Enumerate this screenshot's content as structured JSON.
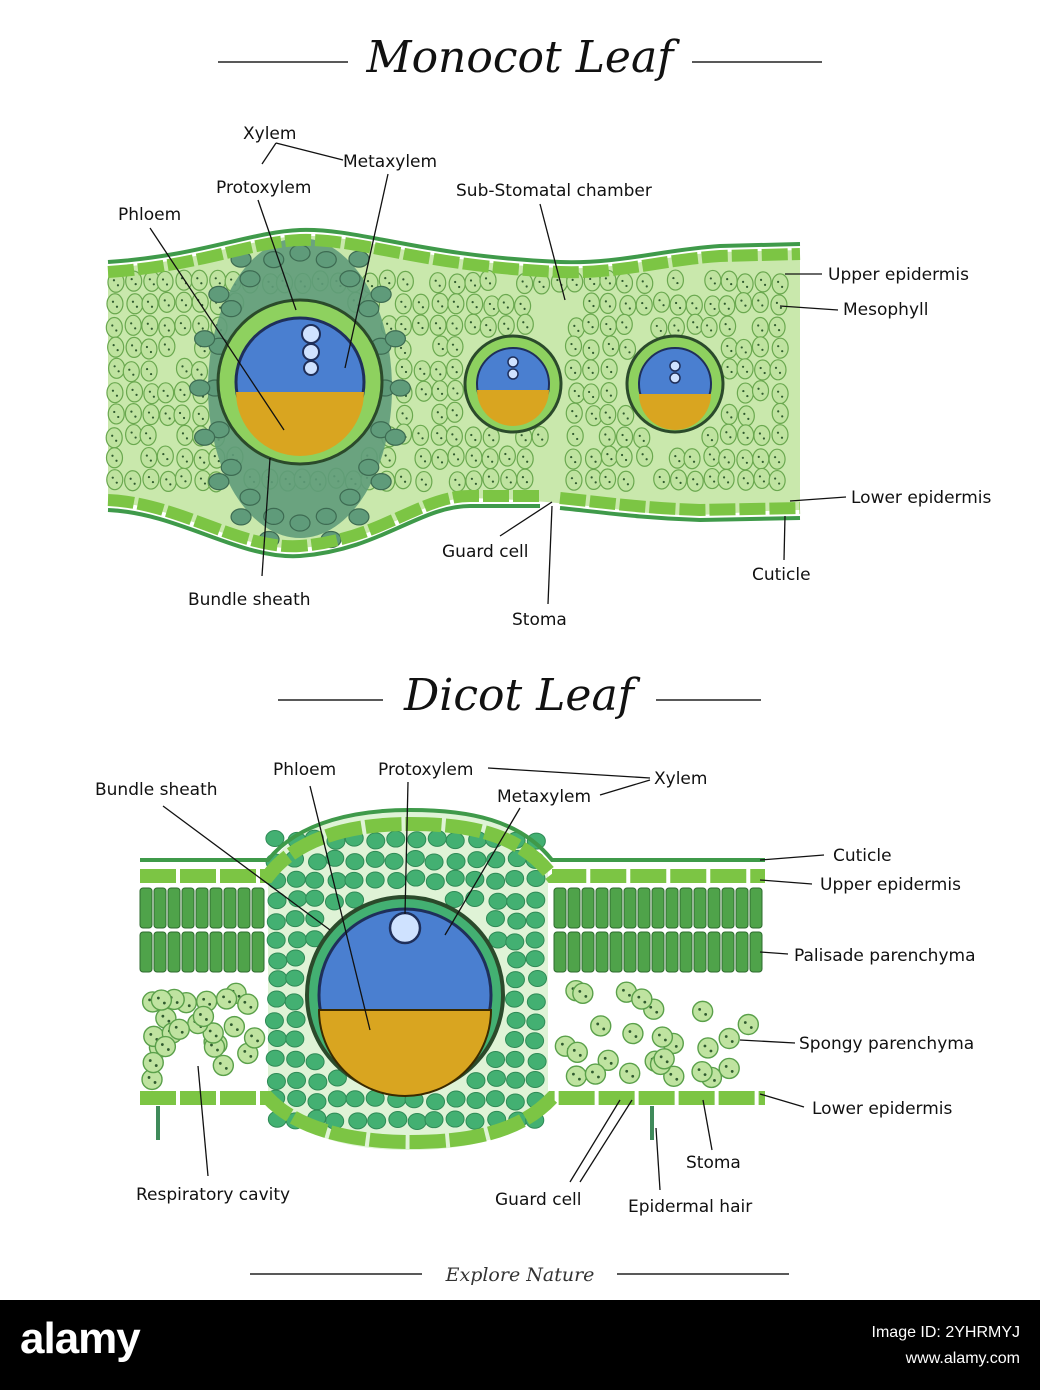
{
  "monocot": {
    "title": "Monocot Leaf",
    "labels": {
      "xylem": "Xylem",
      "metaxylem": "Metaxylem",
      "protoxylem": "Protoxylem",
      "phloem": "Phloem",
      "sub_stomatal": "Sub-Stomatal chamber",
      "upper_epidermis": "Upper epidermis",
      "mesophyll": "Mesophyll",
      "lower_epidermis": "Lower epidermis",
      "guard_cell": "Guard cell",
      "cuticle": "Cuticle",
      "bundle_sheath": "Bundle sheath",
      "stoma": "Stoma"
    }
  },
  "dicot": {
    "title": "Dicot Leaf",
    "labels": {
      "bundle_sheath": "Bundle sheath",
      "phloem": "Phloem",
      "protoxylem": "Protoxylem",
      "xylem": "Xylem",
      "metaxylem": "Metaxylem",
      "cuticle": "Cuticle",
      "upper_epidermis": "Upper epidermis",
      "palisade": "Palisade parenchyma",
      "spongy": "Spongy parenchyma",
      "lower_epidermis": "Lower epidermis",
      "stoma": "Stoma",
      "respiratory_cavity": "Respiratory cavity",
      "guard_cell": "Guard cell",
      "epidermal_hair": "Epidermal hair"
    }
  },
  "footer": "Explore Nature",
  "stock": {
    "logo": "alamy",
    "image_id_line": "Image ID: 2YHRMYJ",
    "site": "www.alamy.com"
  },
  "colors": {
    "epidermis": "#7cc544",
    "cuticle": "#3f9a4a",
    "mesophyll": "#bfe3a0",
    "sheath_dark": "#5f9b7a",
    "xylem": "#4a7fd0",
    "phloem": "#d9a520",
    "bundle_ring": "#8ed15f",
    "palisade": "#4fa34a",
    "dicot_sheath": "#43b072"
  }
}
